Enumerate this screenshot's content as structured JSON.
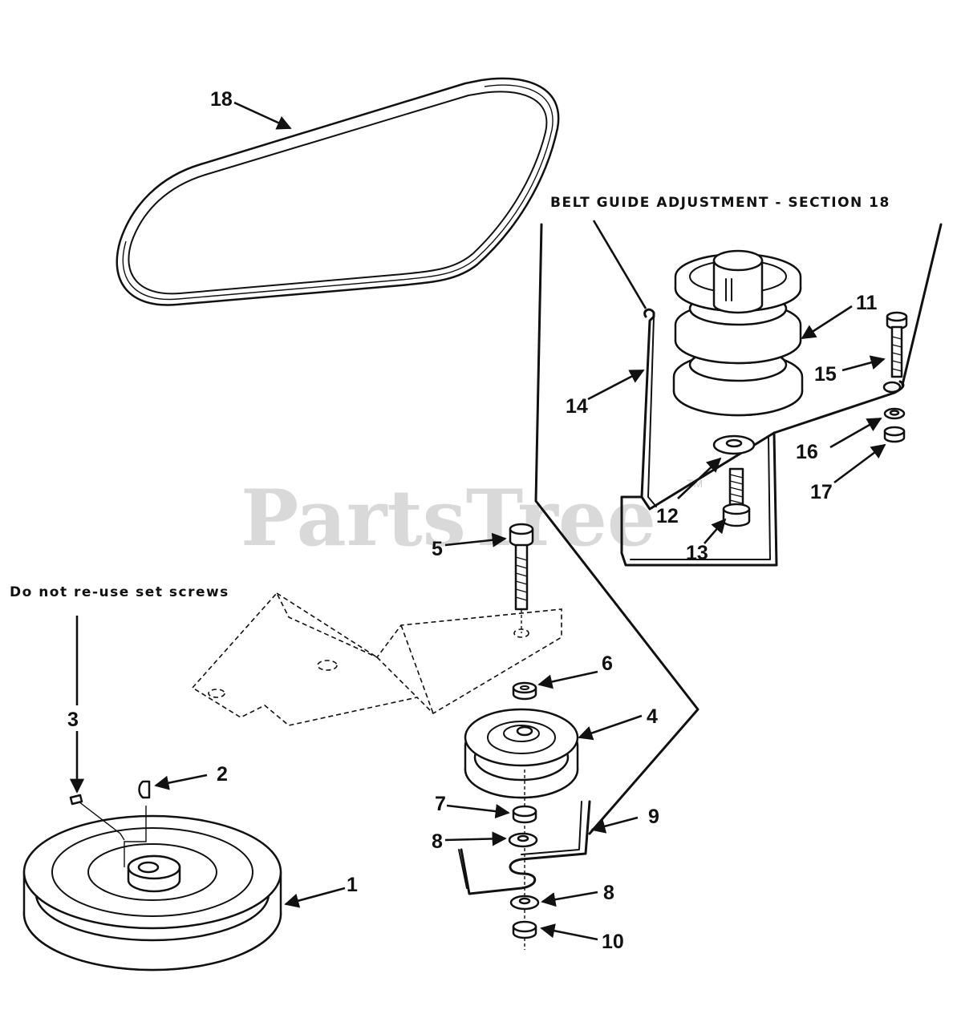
{
  "watermark": {
    "brand": "PartsTree",
    "trademark": "TM"
  },
  "notes": {
    "belt_guide": "BELT GUIDE ADJUSTMENT - SECTION 18",
    "set_screws": "Do not re-use set screws"
  },
  "callouts": {
    "c1": "1",
    "c2": "2",
    "c3": "3",
    "c4": "4",
    "c5": "5",
    "c6": "6",
    "c7": "7",
    "c8a": "8",
    "c8b": "8",
    "c9": "9",
    "c10": "10",
    "c11": "11",
    "c12": "12",
    "c13": "13",
    "c14": "14",
    "c15": "15",
    "c16": "16",
    "c17": "17",
    "c18": "18"
  }
}
